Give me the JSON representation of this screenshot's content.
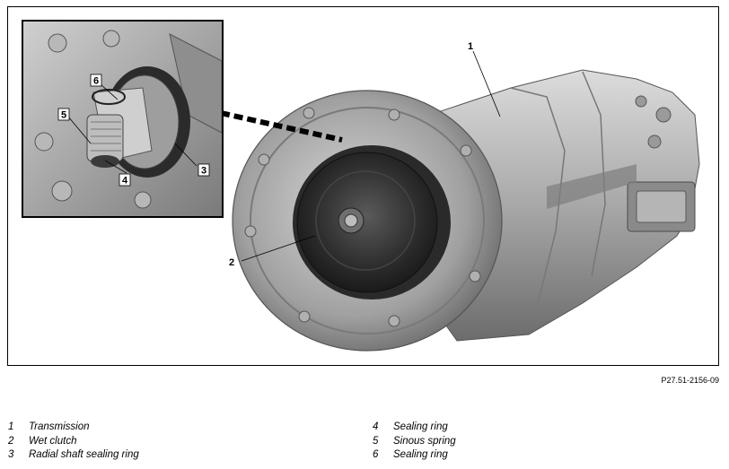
{
  "figure": {
    "callouts": {
      "c1": "1",
      "c2": "2",
      "c3": "3",
      "c4": "4",
      "c5": "5",
      "c6": "6"
    },
    "reference_code": "P27.51-2156-09"
  },
  "legend": {
    "left": [
      {
        "num": "1",
        "label": "Transmission"
      },
      {
        "num": "2",
        "label": "Wet clutch"
      },
      {
        "num": "3",
        "label": "Radial shaft sealing ring"
      }
    ],
    "right": [
      {
        "num": "4",
        "label": "Sealing ring"
      },
      {
        "num": "5",
        "label": "Sinous spring"
      },
      {
        "num": "6",
        "label": "Sealing ring"
      }
    ]
  }
}
